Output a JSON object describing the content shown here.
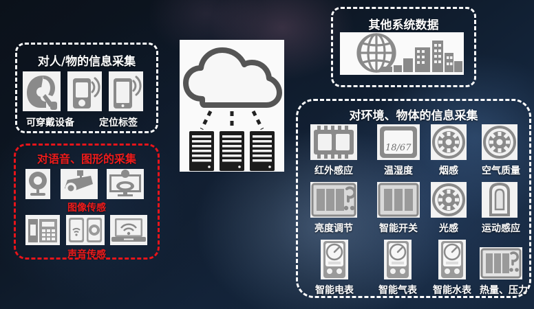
{
  "diagram": {
    "title_hidden": "IoT 信息采集架构图",
    "colors": {
      "panel_border_white": "#ffffff",
      "panel_border_red": "#e8141a",
      "label_white": "#ffffff",
      "label_red": "#ee1b1b",
      "icon_tile_bg": "#f2f2f2",
      "icon_gray": "#7f7f7f",
      "background_dark": "#0c131c",
      "background_blue": "#16283f"
    }
  },
  "people_panel": {
    "title": "对人/物的信息采集",
    "icons": [
      {
        "name": "wearable-headset-icon"
      },
      {
        "name": "handheld-tracker-icon"
      },
      {
        "name": "smartphone-signal-icon"
      }
    ],
    "labels": [
      {
        "text": "可穿戴设备"
      },
      {
        "text": "定位标签"
      }
    ]
  },
  "media_panel": {
    "title": "对语音、图形的采集",
    "row1_icons": [
      {
        "name": "webcam-icon"
      },
      {
        "name": "cctv-camera-icon"
      },
      {
        "name": "video-conference-icon"
      }
    ],
    "row1_label": "图像传感",
    "row2_icons": [
      {
        "name": "desk-phone-icon"
      },
      {
        "name": "smartphones-wifi-icon"
      },
      {
        "name": "laptop-wifi-icon"
      }
    ],
    "row2_label": "声音传感"
  },
  "cloud_panel": {
    "name": "cloud-server-graphic",
    "cloud_icon": "cloud-icon",
    "servers": [
      "server-rack-1",
      "server-rack-2",
      "server-rack-3"
    ],
    "link_style": "dashed"
  },
  "other_systems_panel": {
    "title": "其他系统数据",
    "icon": "globe-city-icon"
  },
  "environment_panel": {
    "title": "对环境、物体的信息采集",
    "sensors": [
      {
        "label": "红外感应",
        "icon": "infrared-chip-icon"
      },
      {
        "label": "温湿度",
        "icon": "thermo-hygrometer-icon",
        "display_value": "18/67"
      },
      {
        "label": "烟感",
        "icon": "smoke-detector-icon"
      },
      {
        "label": "空气质量",
        "icon": "air-quality-icon"
      },
      {
        "label": "亮度调节",
        "icon": "dimmer-switch-icon"
      },
      {
        "label": "智能开关",
        "icon": "smart-switch-icon"
      },
      {
        "label": "光感",
        "icon": "light-sensor-icon"
      },
      {
        "label": "运动感应",
        "icon": "motion-sensor-icon"
      },
      {
        "label": "智能电表",
        "icon": "smart-electric-meter-icon"
      },
      {
        "label": "智能气表",
        "icon": "smart-gas-meter-icon"
      },
      {
        "label": "智能水表",
        "icon": "smart-water-meter-icon"
      },
      {
        "label": "热量、压力",
        "icon": "heat-pressure-meter-icon"
      }
    ]
  }
}
